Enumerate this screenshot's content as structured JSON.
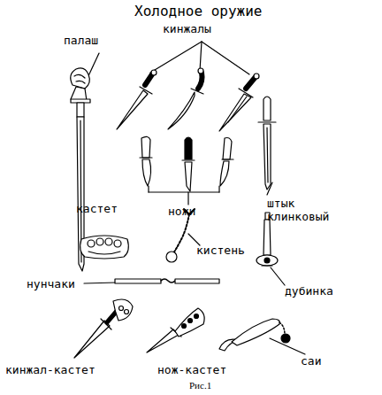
{
  "diagram": {
    "title": "Холодное оружие",
    "caption": "Рис.1",
    "labels": [
      "палаш",
      "кинжалы",
      "штык клинковый",
      "ножи",
      "кастет",
      "кистень",
      "нунчаки",
      "дубинка",
      "кинжал-кастет",
      "нож-кастет",
      "саи"
    ]
  }
}
